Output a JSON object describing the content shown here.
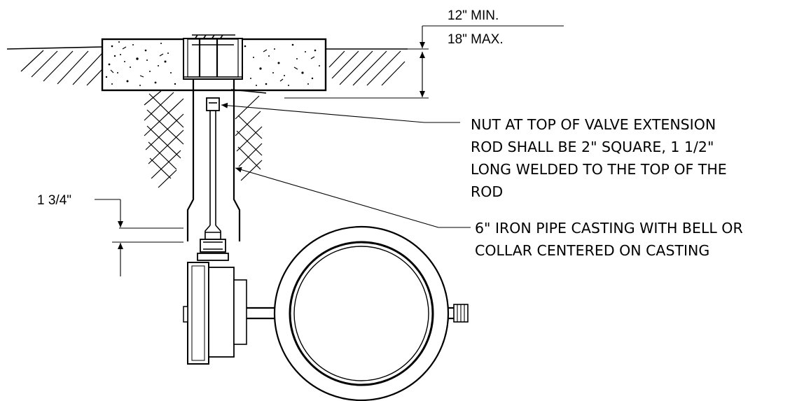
{
  "dimensions": {
    "cover_min": "12\" MIN.",
    "cover_max": "18\" MAX.",
    "bell_offset": "1 3/4\""
  },
  "callouts": {
    "nut": [
      "NUT AT TOP OF VALVE EXTENSION",
      "ROD SHALL BE 2\" SQUARE, 1 1/2\"",
      "LONG WELDED TO THE TOP OF THE",
      "ROD"
    ],
    "casting": [
      "6\" IRON PIPE CASTING WITH BELL OR",
      "COLLAR CENTERED ON CASTING"
    ]
  }
}
